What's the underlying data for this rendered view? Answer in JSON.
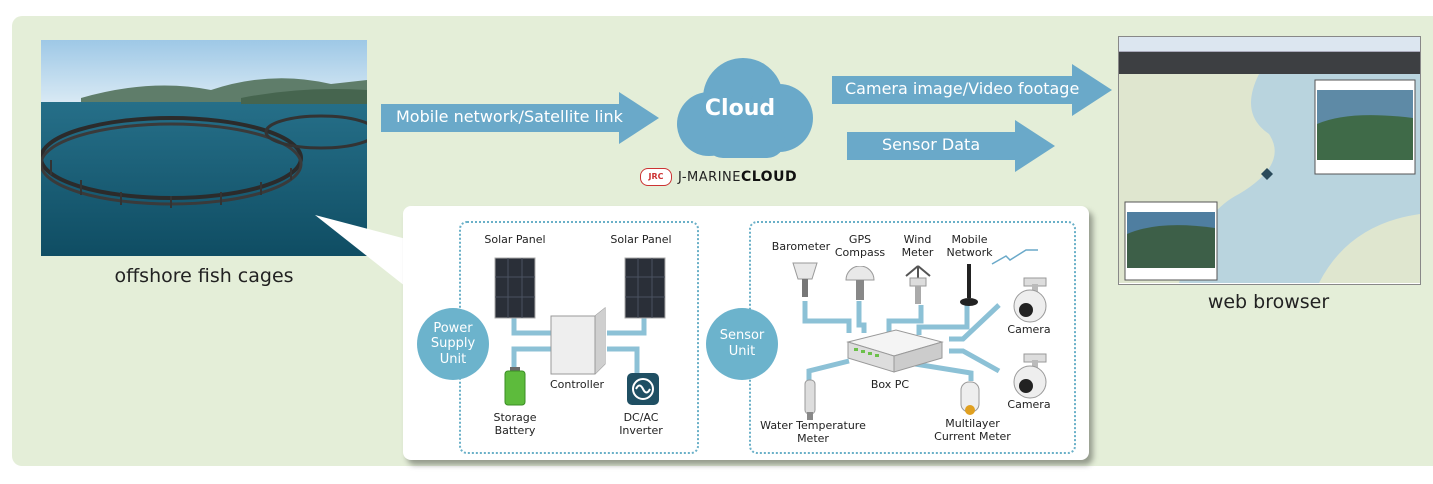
{
  "cages": {
    "caption": "offshore fish cages"
  },
  "arrows": {
    "link": "Mobile network/Satellite link",
    "camera": "Camera image/Video footage",
    "sensor": "Sensor Data"
  },
  "cloud": {
    "label": "Cloud",
    "brand_badge": "JRC",
    "brand_prefix": "J-MARINE",
    "brand_suffix": "CLOUD"
  },
  "browser": {
    "caption": "web browser"
  },
  "power_unit": {
    "title": "Power\nSupply\nUnit",
    "solar_panel_left": "Solar Panel",
    "solar_panel_right": "Solar Panel",
    "controller": "Controller",
    "storage_battery": "Storage\nBattery",
    "inverter": "DC/AC\nInverter"
  },
  "sensor_unit": {
    "title": "Sensor\nUnit",
    "barometer": "Barometer",
    "gps_compass": "GPS\nCompass",
    "wind_meter": "Wind\nMeter",
    "mobile_network": "Mobile\nNetwork",
    "camera_1": "Camera",
    "camera_2": "Camera",
    "box_pc": "Box PC",
    "water_temp": "Water Temperature\nMeter",
    "current_meter": "Multilayer\nCurrent Meter"
  },
  "colors": {
    "background": "#e4eed8",
    "arrow": "#6aa9c9",
    "cloud": "#6aa9c9",
    "unit_circle": "#6cb3cc",
    "cable": "#8cc1d6"
  }
}
